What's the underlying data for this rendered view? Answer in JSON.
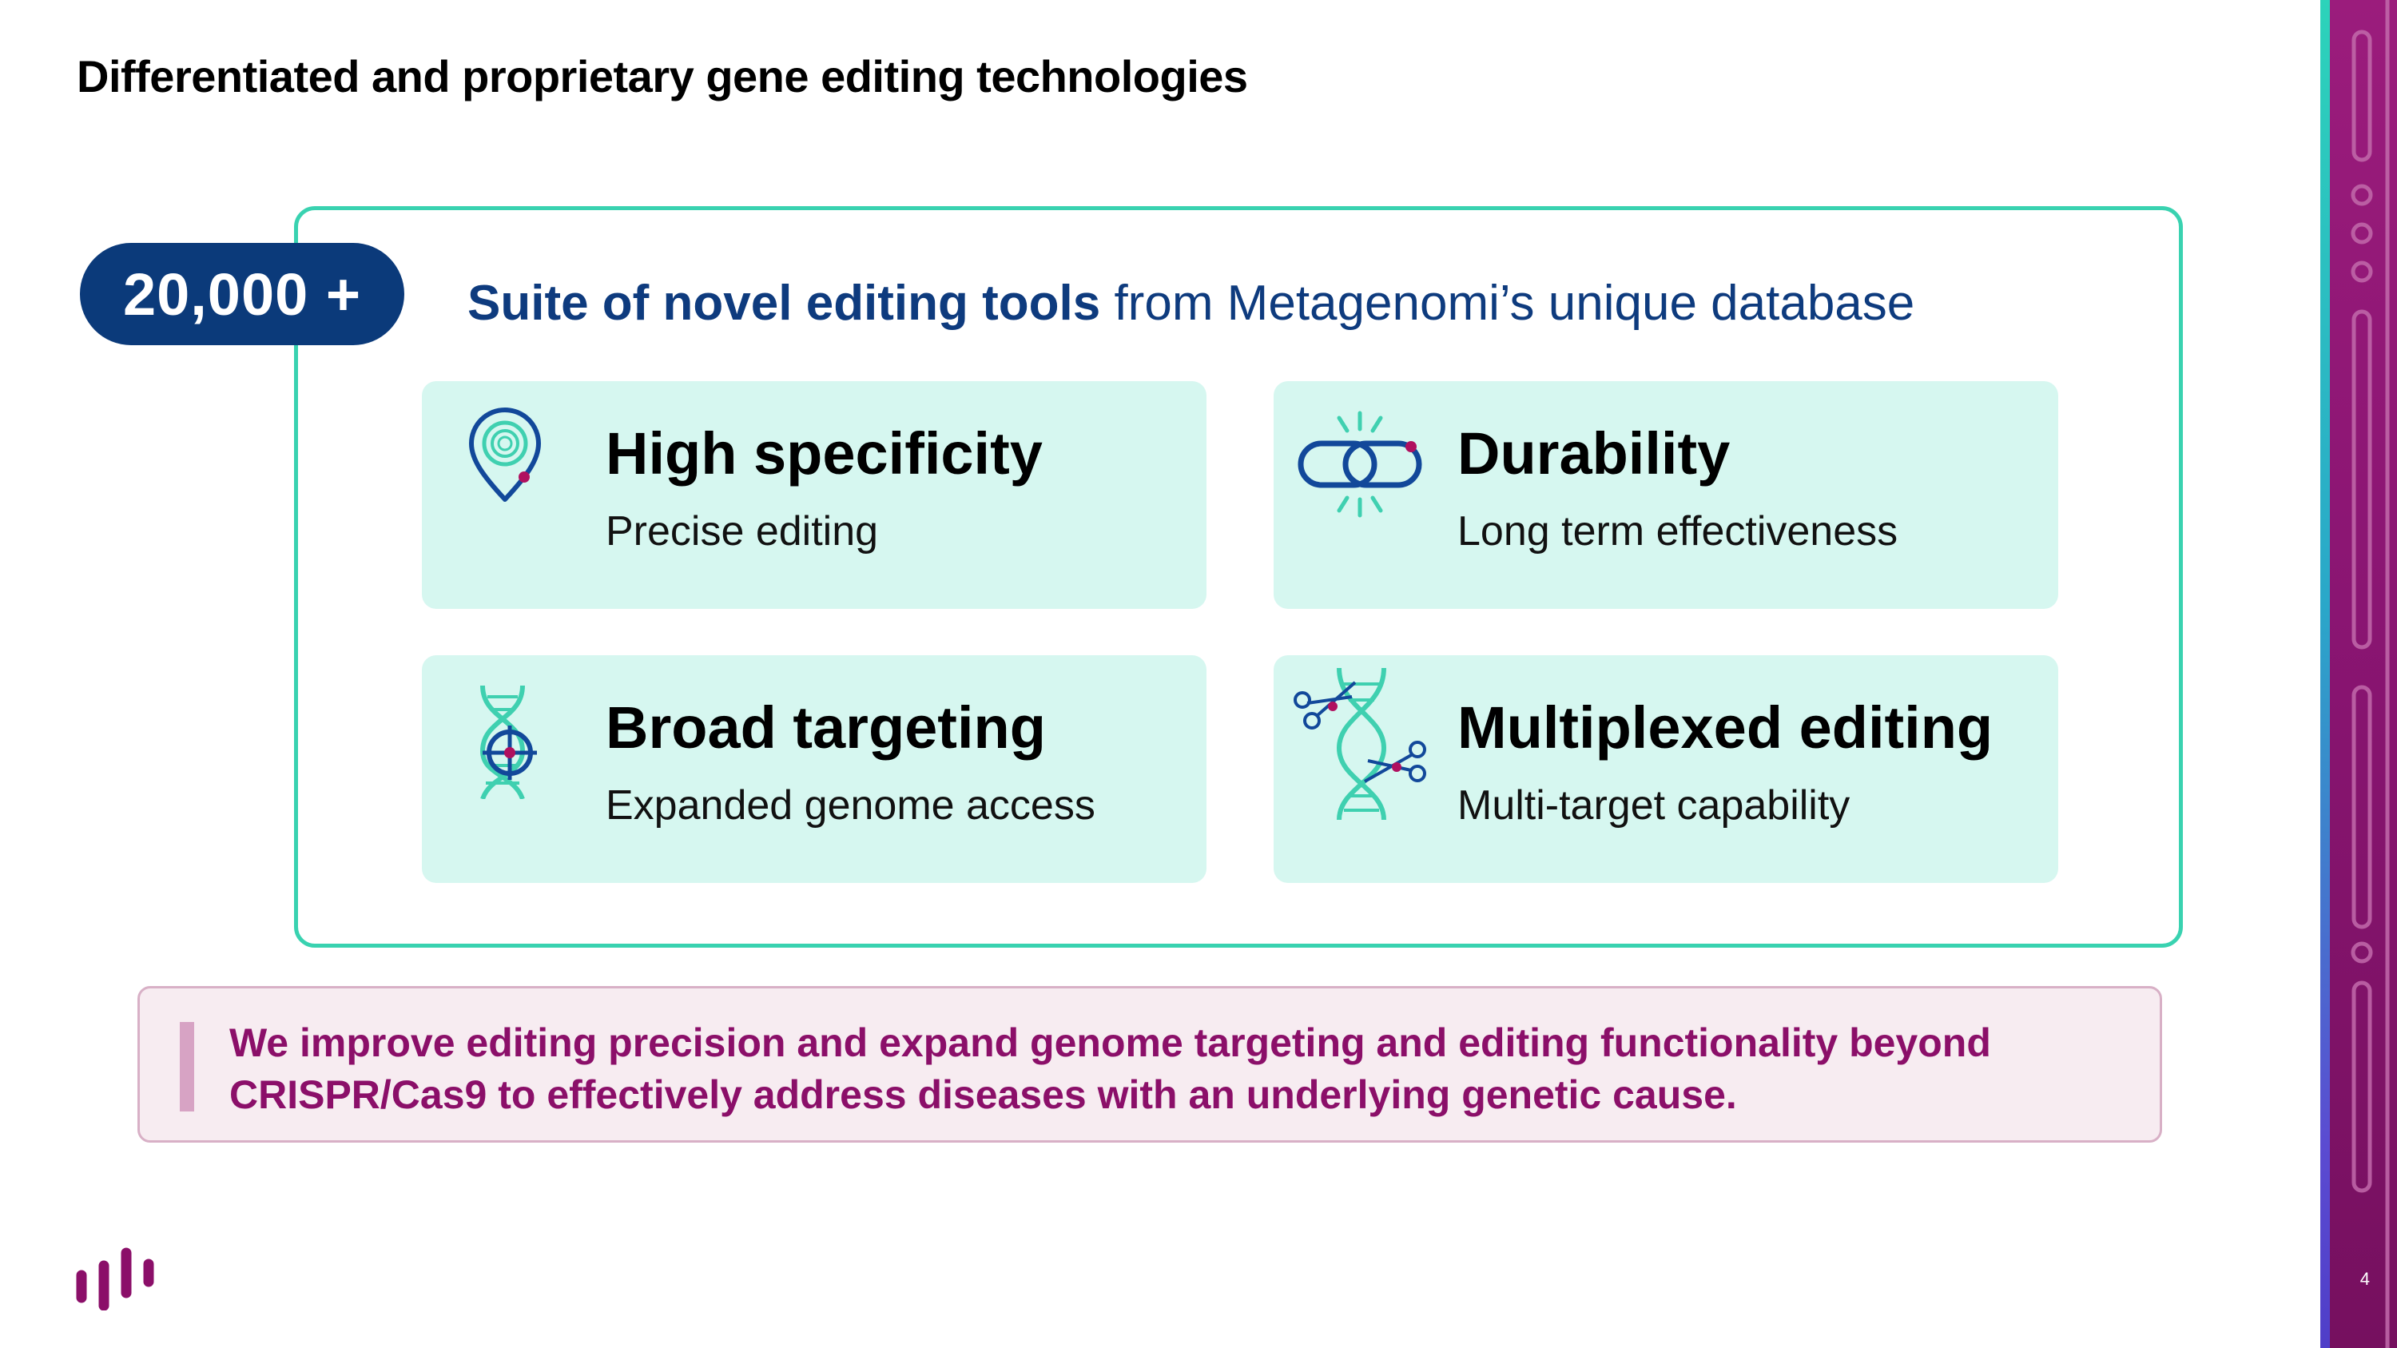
{
  "title": "Differentiated and proprietary gene editing technologies",
  "badge": {
    "count": "20,000 +"
  },
  "suite": {
    "heading_bold": "Suite of novel editing tools",
    "heading_rest": " from Metagenomi’s unique database"
  },
  "cards": [
    {
      "title": "High specificity",
      "subtitle": "Precise editing",
      "icon": "location-pin-icon"
    },
    {
      "title": "Durability",
      "subtitle": "Long term effectiveness",
      "icon": "chain-link-icon"
    },
    {
      "title": "Broad targeting",
      "subtitle": "Expanded genome access",
      "icon": "dna-target-icon"
    },
    {
      "title": "Multiplexed editing",
      "subtitle": "Multi-target capability",
      "icon": "dna-scissors-icon"
    }
  ],
  "callout": {
    "text": "We improve editing precision and expand genome targeting and editing functionality beyond CRISPR/Cas9 to effectively address diseases with an underlying genetic cause."
  },
  "page_number": "4",
  "colors": {
    "navy": "#0b3a7a",
    "teal": "#39d2b0",
    "card_bg": "#d6f7f0",
    "magenta": "#8b0f69",
    "callout_bg": "#f7ecf1"
  }
}
